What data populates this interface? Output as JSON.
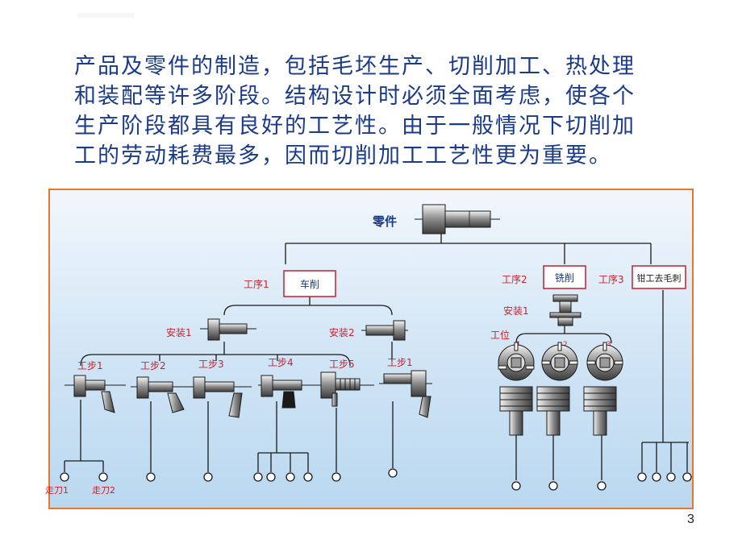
{
  "paragraph": {
    "lines": [
      "产品及零件的制造，包括毛坯生产、切削加工、热处理",
      "和装配等许多阶段。结构设计时必须全面考虑，使各个",
      "生产阶段都具有良好的工艺性。由于一般情况下切削加",
      "工的劳动耗费最多，因而切削加工工艺性更为重要。"
    ]
  },
  "diagram": {
    "root_label": "零件",
    "process1": {
      "tag": "工序1",
      "box": "车削"
    },
    "process2": {
      "tag": "工序2",
      "box": "铣削"
    },
    "process3": {
      "tag": "工序3",
      "box": "钳工去毛刺"
    },
    "install1": "安装1",
    "install2": "安装2",
    "install1_mill": "安装1",
    "position_label": "工位",
    "position_numbers": [
      "1",
      "2",
      "3"
    ],
    "steps": [
      "工步1",
      "工步2",
      "工步3",
      "工步4",
      "工步5",
      "工步1"
    ],
    "passes": [
      "走刀1",
      "走刀2"
    ]
  },
  "page_number": "3",
  "colors": {
    "text_blue": "#1a3a8a",
    "label_red": "#d0202a",
    "frame_orange": "#e8762c",
    "line_dark": "#1a1a1a"
  }
}
